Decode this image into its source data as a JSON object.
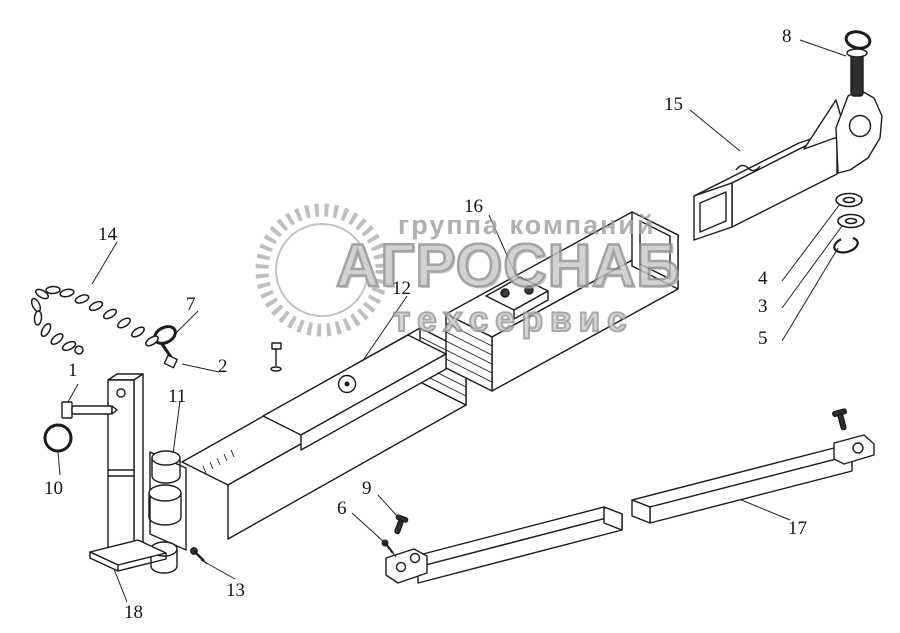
{
  "watermark": {
    "line1": "группа компаний",
    "line2": "АГРОСНАБ",
    "line3": "техсервис",
    "color": "#9f9f9f"
  },
  "callouts": [
    {
      "label": "1"
    },
    {
      "label": "2"
    },
    {
      "label": "3"
    },
    {
      "label": "4"
    },
    {
      "label": "5"
    },
    {
      "label": "6"
    },
    {
      "label": "7"
    },
    {
      "label": "8"
    },
    {
      "label": "9"
    },
    {
      "label": "10"
    },
    {
      "label": "11"
    },
    {
      "label": "12"
    },
    {
      "label": "13"
    },
    {
      "label": "14"
    },
    {
      "label": "15"
    },
    {
      "label": "16"
    },
    {
      "label": "17"
    },
    {
      "label": "18"
    }
  ]
}
